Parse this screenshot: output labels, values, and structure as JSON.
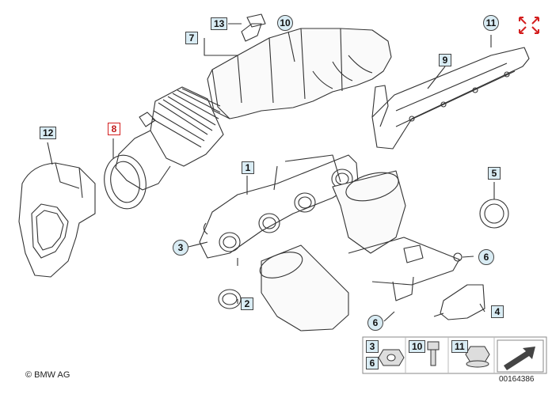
{
  "diagram": {
    "parts": [
      {
        "id": "label-13",
        "text": "13"
      },
      {
        "id": "label-10-top",
        "text": "10"
      },
      {
        "id": "label-11-top",
        "text": "11"
      },
      {
        "id": "label-7",
        "text": "7"
      },
      {
        "id": "label-9",
        "text": "9"
      },
      {
        "id": "label-12",
        "text": "12"
      },
      {
        "id": "label-8",
        "text": "8"
      },
      {
        "id": "label-1",
        "text": "1"
      },
      {
        "id": "label-5",
        "text": "5"
      },
      {
        "id": "label-3",
        "text": "3"
      },
      {
        "id": "label-6-right",
        "text": "6"
      },
      {
        "id": "label-2",
        "text": "2"
      },
      {
        "id": "label-4",
        "text": "4"
      },
      {
        "id": "label-6-bottom",
        "text": "6"
      }
    ],
    "legend": {
      "item3": "3",
      "item6": "6",
      "item10": "10",
      "item11": "11"
    },
    "copyright": "© BMW AG",
    "diagram_number": "00164386",
    "colors": {
      "accent_red": "#d42020",
      "label_fill": "#d9ecf4",
      "line": "#333333"
    },
    "icons": [
      "expand-arrows-icon",
      "next-page-arrow-icon"
    ]
  }
}
